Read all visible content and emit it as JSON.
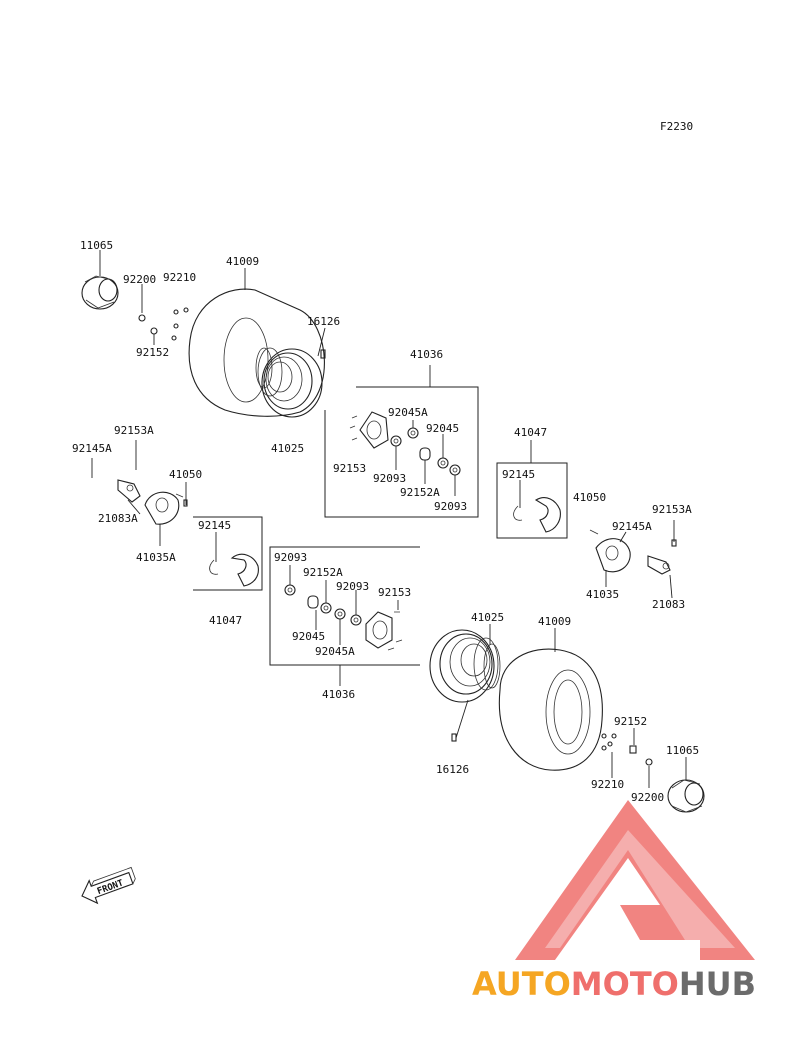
{
  "figure_code": "F2230",
  "labels": {
    "l11065a": "11065",
    "l92200a": "92200",
    "l92210a": "92210",
    "l41009a": "41009",
    "l92152a": "92152",
    "l16126a": "16126",
    "l41025a": "41025",
    "l41036a": "41036",
    "l92045Aa": "92045A",
    "l92045a": "92045",
    "l92153a": "92153",
    "l92093a": "92093",
    "l92152Aa": "92152A",
    "l92093b": "92093",
    "l41047a": "41047",
    "l92145a": "92145",
    "l41050a": "41050",
    "l92153Aa": "92153A",
    "l92145Aa": "92145A",
    "l41035a": "41035",
    "l21083a": "21083",
    "l92153Ab": "92153A",
    "l92145Ab": "92145A",
    "l41050b": "41050",
    "l21083Aa": "21083A",
    "l41035Aa": "41035A",
    "l92145b": "92145",
    "l41047b": "41047",
    "l92093c": "92093",
    "l92152Ab": "92152A",
    "l92093d": "92093",
    "l92153b": "92153",
    "l92045b": "92045",
    "l92045Ab": "92045A",
    "l41036b": "41036",
    "l41025b": "41025",
    "l41009b": "41009",
    "l16126b": "16126",
    "l92152b": "92152",
    "l11065b": "11065",
    "l92210b": "92210",
    "l92200b": "92200"
  },
  "front_arrow_text": "FRONT",
  "watermark": {
    "part1": "AUTO",
    "part2": "MOTO",
    "part3": "HUB",
    "color1": "#f5a623",
    "color2": "#ef6f6c",
    "color3": "#6b6b6b"
  }
}
